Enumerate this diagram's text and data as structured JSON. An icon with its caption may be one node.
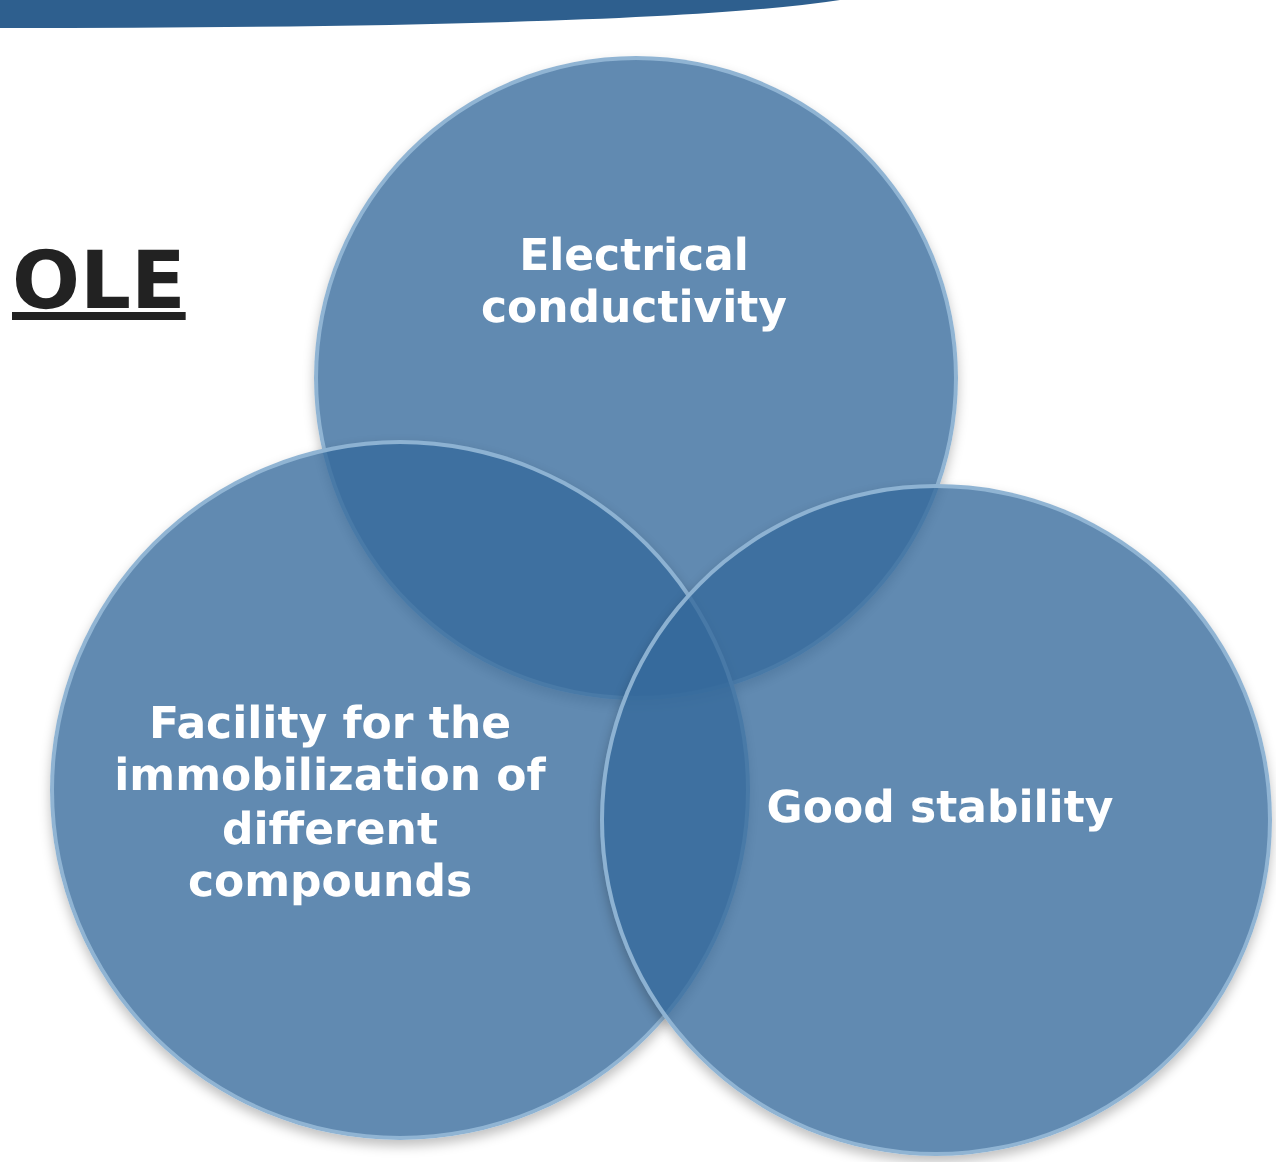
{
  "diagram": {
    "nodes": [
      {
        "text": [
          "Electrical conductivity"
        ]
      },
      {
        "text": [
          "Facility for the immobilization of different compounds"
        ]
      },
      {
        "text": [
          "Good stability"
        ]
      }
    ],
    "labels": [
      "OLE"
    ]
  }
}
